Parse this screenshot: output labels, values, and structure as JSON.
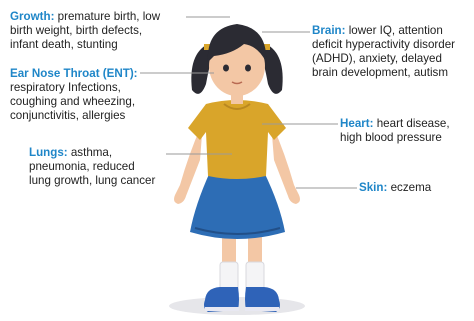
{
  "colors": {
    "heading": "#1f86c8",
    "leader": "#9a9a9a",
    "shirt": "#d9a52a",
    "skirt": "#2d6db5",
    "shoes": "#2f63b8",
    "hair": "#2b2b33",
    "skin": "#f3c7a5"
  },
  "labels": {
    "growth": {
      "heading": "Growth:",
      "text": " premature birth, low\nbirth weight, birth defects,\ninfant death, stunting"
    },
    "ent": {
      "heading": "Ear Nose Throat (ENT):",
      "text": "\nrespiratory Infections,\ncoughing and wheezing,\nconjunctivitis, allergies"
    },
    "lungs": {
      "heading": "Lungs:",
      "text": " asthma,\npneumonia, reduced\nlung growth, lung cancer"
    },
    "brain": {
      "heading": "Brain:",
      "text": " lower IQ, attention\ndeficit hyperactivity disorder\n(ADHD), anxiety, delayed\nbrain development, autism"
    },
    "heart": {
      "heading": "Heart:",
      "text": " heart disease,\nhigh blood pressure"
    },
    "skin": {
      "heading": "Skin:",
      "text": " eczema"
    }
  }
}
